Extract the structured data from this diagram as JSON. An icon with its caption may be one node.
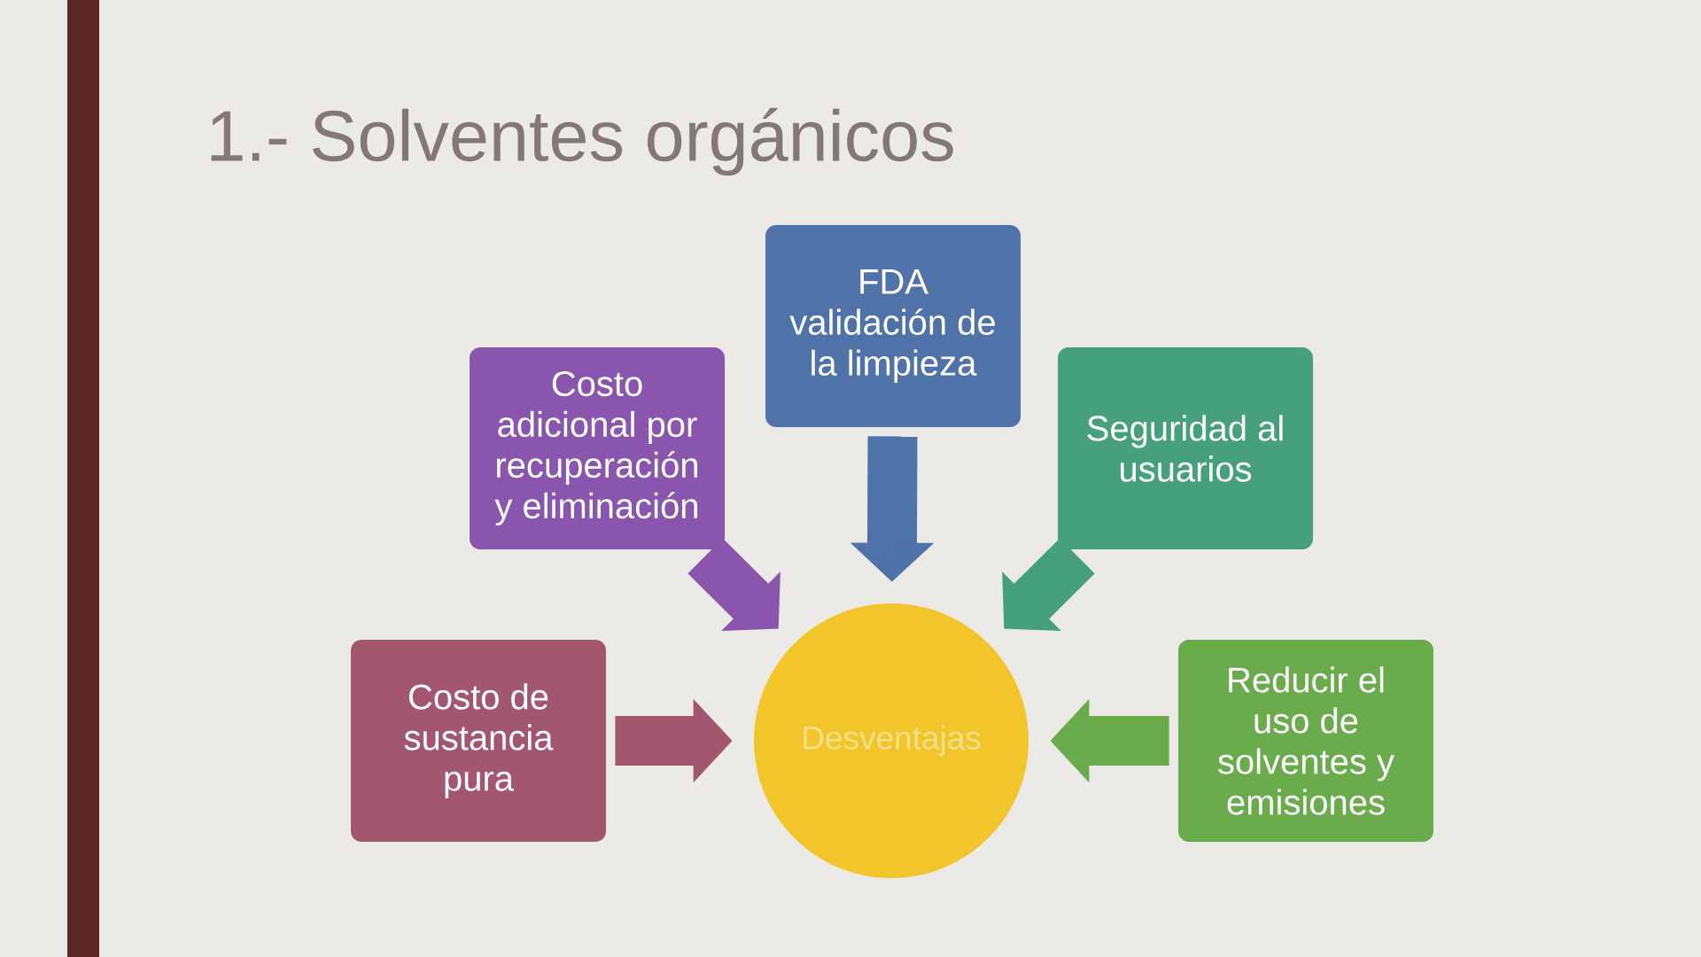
{
  "diagram": {
    "title": "1.- Solventes orgánicos",
    "nodes": [
      {
        "text": [
          "FDA validación de la limpieza"
        ]
      },
      {
        "text": [
          "Costo adicional por recuperación y eliminación"
        ]
      },
      {
        "text": [
          "Seguridad al usuarios"
        ]
      },
      {
        "text": [
          "Costo de sustancia pura"
        ]
      },
      {
        "text": [
          "Desventajas"
        ]
      },
      {
        "text": [
          "Reducir el uso de solventes y emisiones"
        ]
      }
    ],
    "edges": [
      {
        "from": 0,
        "to": 4,
        "arrow": "to",
        "color": "#4f72a9"
      },
      {
        "from": 1,
        "to": 4,
        "arrow": "to",
        "color": "#8a55ad"
      },
      {
        "from": 2,
        "to": 4,
        "arrow": "to",
        "color": "#46a07c"
      },
      {
        "from": 3,
        "to": 4,
        "arrow": "to",
        "color": "#a3576f"
      },
      {
        "from": 5,
        "to": 4,
        "arrow": "to",
        "color": "#6aab4c"
      }
    ]
  }
}
